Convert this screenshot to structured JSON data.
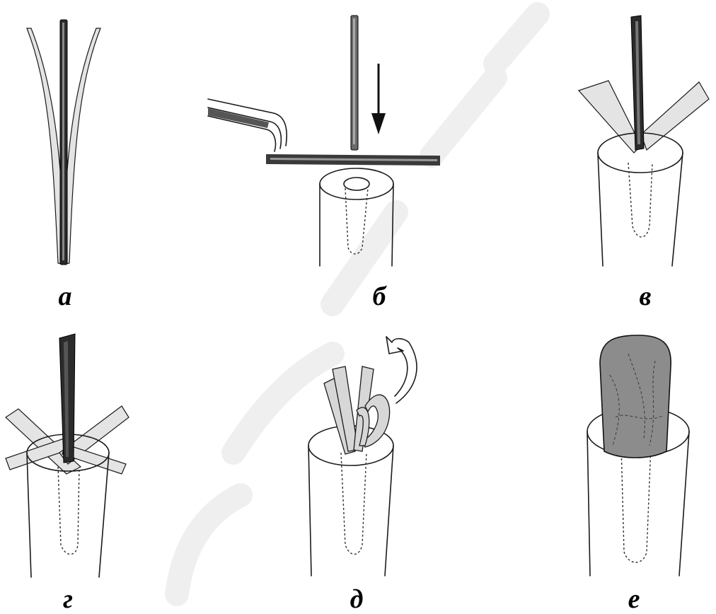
{
  "figure": {
    "panels": [
      {
        "id": "a",
        "caption": "а"
      },
      {
        "id": "b",
        "caption": "б"
      },
      {
        "id": "v",
        "caption": "в"
      },
      {
        "id": "g",
        "caption": "г"
      },
      {
        "id": "d",
        "caption": "д"
      },
      {
        "id": "e",
        "caption": "е"
      }
    ],
    "colors": {
      "ink": "#1a1a1a",
      "gauze": "#d7d7d7",
      "probe": "#2b2b2b",
      "watermark": "#eeeeee"
    }
  }
}
